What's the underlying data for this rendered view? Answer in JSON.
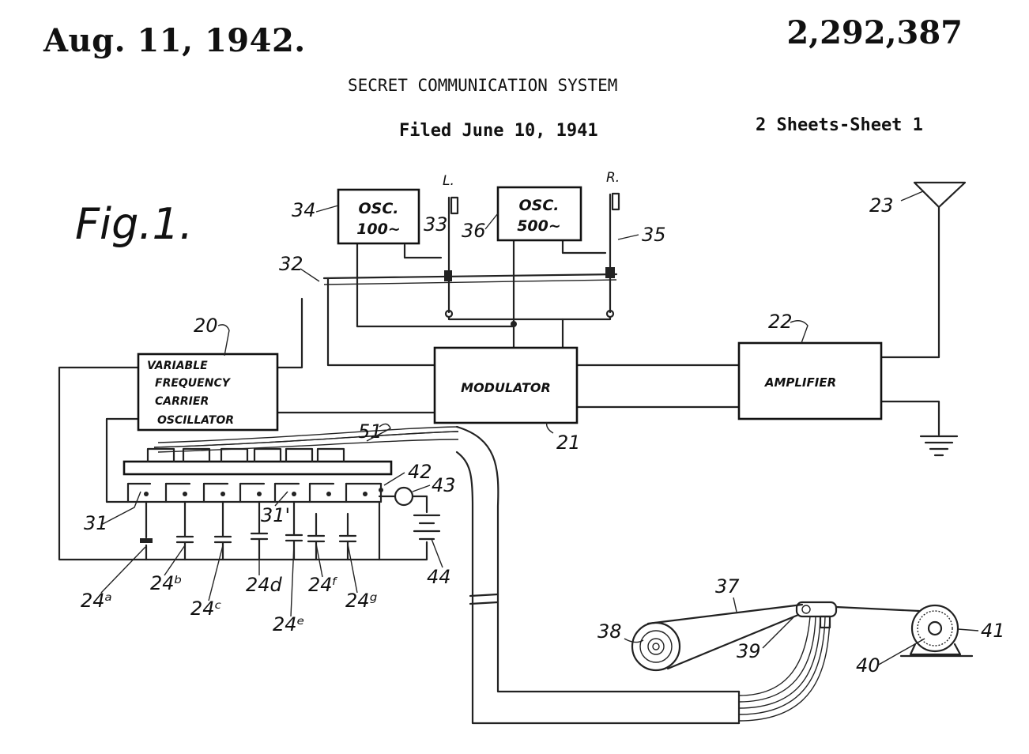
{
  "header": {
    "date": "Aug. 11, 1942.",
    "patent_number": "2,292,387",
    "title": "SECRET COMMUNICATION SYSTEM",
    "filed": "Filed June 10, 1941",
    "sheets": "2 Sheets-Sheet 1"
  },
  "figure": {
    "label": "Fig.1.",
    "blocks": {
      "osc_left": [
        "OSC.",
        "100~"
      ],
      "osc_right": [
        "OSC.",
        "500~"
      ],
      "oscillator": [
        "VARIABLE",
        "FREQUENCY",
        "CARRIER",
        "OSCILLATOR"
      ],
      "modulator": "MODULATOR",
      "amplifier": "AMPLIFIER"
    },
    "switch_labels": {
      "left": "L.",
      "right": "R."
    },
    "refs": {
      "r20": "20",
      "r21": "21",
      "r22": "22",
      "r23": "23",
      "r31a": "31",
      "r31b": "31'",
      "r32": "32",
      "r33": "33",
      "r34": "34",
      "r35": "35",
      "r36": "36",
      "r37": "37",
      "r38": "38",
      "r39": "39",
      "r40": "40",
      "r41": "41",
      "r42": "42",
      "r43": "43",
      "r44": "44",
      "r51": "51",
      "c24a": "24ᵃ",
      "c24b": "24ᵇ",
      "c24c": "24ᶜ",
      "c24d": "24d",
      "c24e": "24ᵉ",
      "c24f": "24ᶠ",
      "c24g": "24ᵍ"
    }
  }
}
